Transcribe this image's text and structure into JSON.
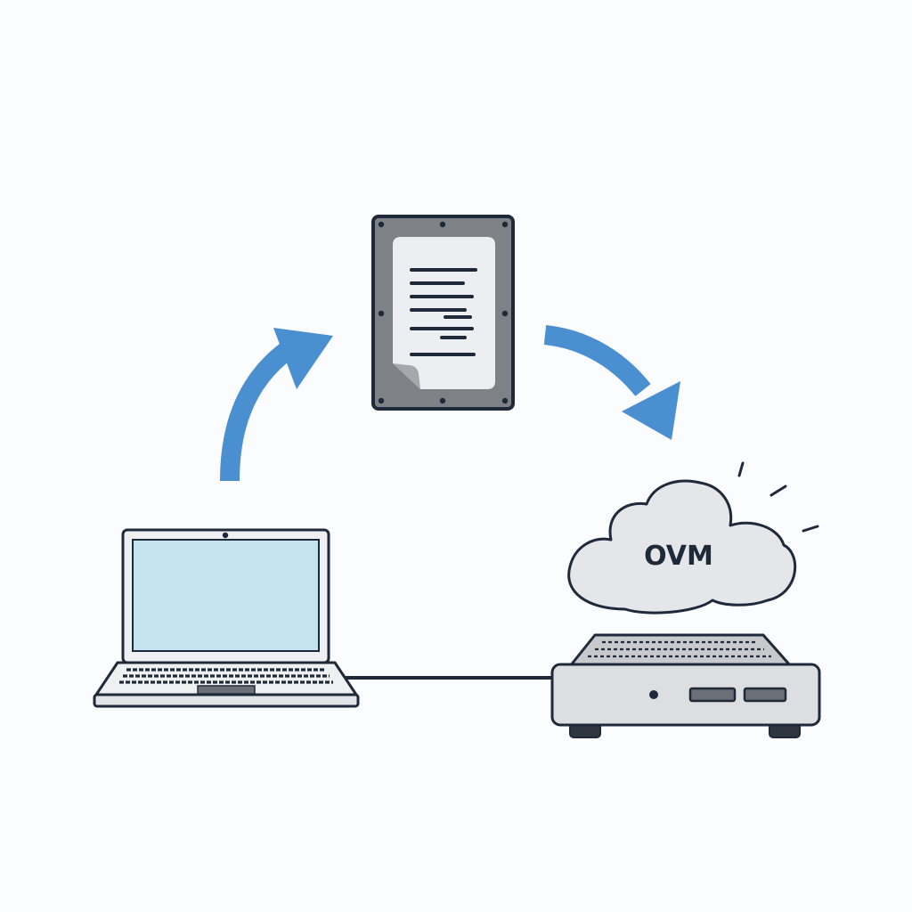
{
  "diagram": {
    "colors": {
      "background": "#fbfcfd",
      "outline": "#1e2a3a",
      "arrow": "#4a8fd0",
      "laptop_screen": "#c5e3ef",
      "laptop_body": "#eef0f2",
      "drive_frame": "#7e8185",
      "drive_page": "#eceef1",
      "cloud_fill": "#e4e6e9",
      "router_body": "#dcdee1",
      "router_top": "#c7c9cd"
    },
    "nodes": {
      "laptop": {
        "icon": "laptop-icon"
      },
      "drive": {
        "icon": "hard-drive-icon"
      },
      "cloud": {
        "icon": "cloud-icon",
        "label": "OVM"
      },
      "router": {
        "icon": "router-icon"
      }
    },
    "edges": [
      {
        "from": "laptop",
        "to": "drive",
        "style": "curved-arrow"
      },
      {
        "from": "drive",
        "to": "cloud",
        "style": "curved-arrow"
      },
      {
        "from": "laptop",
        "to": "router",
        "style": "cable"
      }
    ]
  }
}
